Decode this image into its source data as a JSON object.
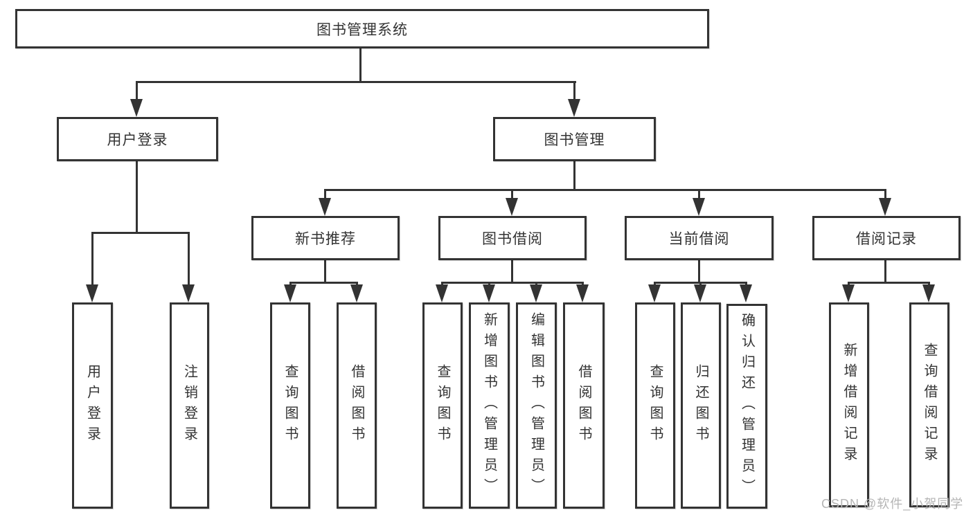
{
  "colors": {
    "line": "#333333",
    "text": "#333333",
    "box_background": "#ffffff",
    "page_background": "#ffffff",
    "watermark": "#b5b5b5"
  },
  "tree": {
    "root": {
      "label": "图书管理系统"
    },
    "branches": [
      {
        "label": "用户登录",
        "children": [
          {
            "label": "用户登录"
          },
          {
            "label": "注销登录"
          }
        ]
      },
      {
        "label": "图书管理",
        "children": [
          {
            "label": "新书推荐",
            "children": [
              {
                "label": "查询图书"
              },
              {
                "label": "借阅图书"
              }
            ]
          },
          {
            "label": "图书借阅",
            "children": [
              {
                "label": "查询图书"
              },
              {
                "label": "新增图书（管理员）"
              },
              {
                "label": "编辑图书（管理员）"
              },
              {
                "label": "借阅图书"
              }
            ]
          },
          {
            "label": "当前借阅",
            "children": [
              {
                "label": "查询图书"
              },
              {
                "label": "归还图书"
              },
              {
                "label": "确认归还（管理员）"
              }
            ]
          },
          {
            "label": "借阅记录",
            "children": [
              {
                "label": "新增借阅记录"
              },
              {
                "label": "查询借阅记录"
              }
            ]
          }
        ]
      }
    ]
  },
  "watermark": {
    "text": "CSDN @软件_小贺同学"
  }
}
